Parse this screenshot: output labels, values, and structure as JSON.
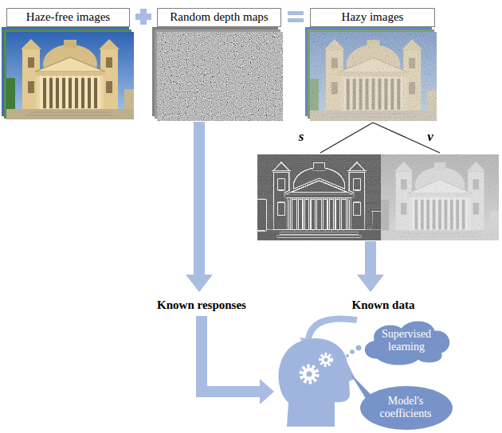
{
  "diagram": {
    "nodes": [
      {
        "text": [
          "Haze-free images"
        ]
      },
      {
        "text": [
          "Random depth maps"
        ]
      },
      {
        "text": [
          "Hazy images"
        ]
      },
      {
        "text": [
          "Supervised learning"
        ]
      },
      {
        "text": [
          "Model's coefficients"
        ]
      }
    ],
    "labels": [
      "s",
      "v",
      "Known responses",
      "Known data"
    ]
  }
}
